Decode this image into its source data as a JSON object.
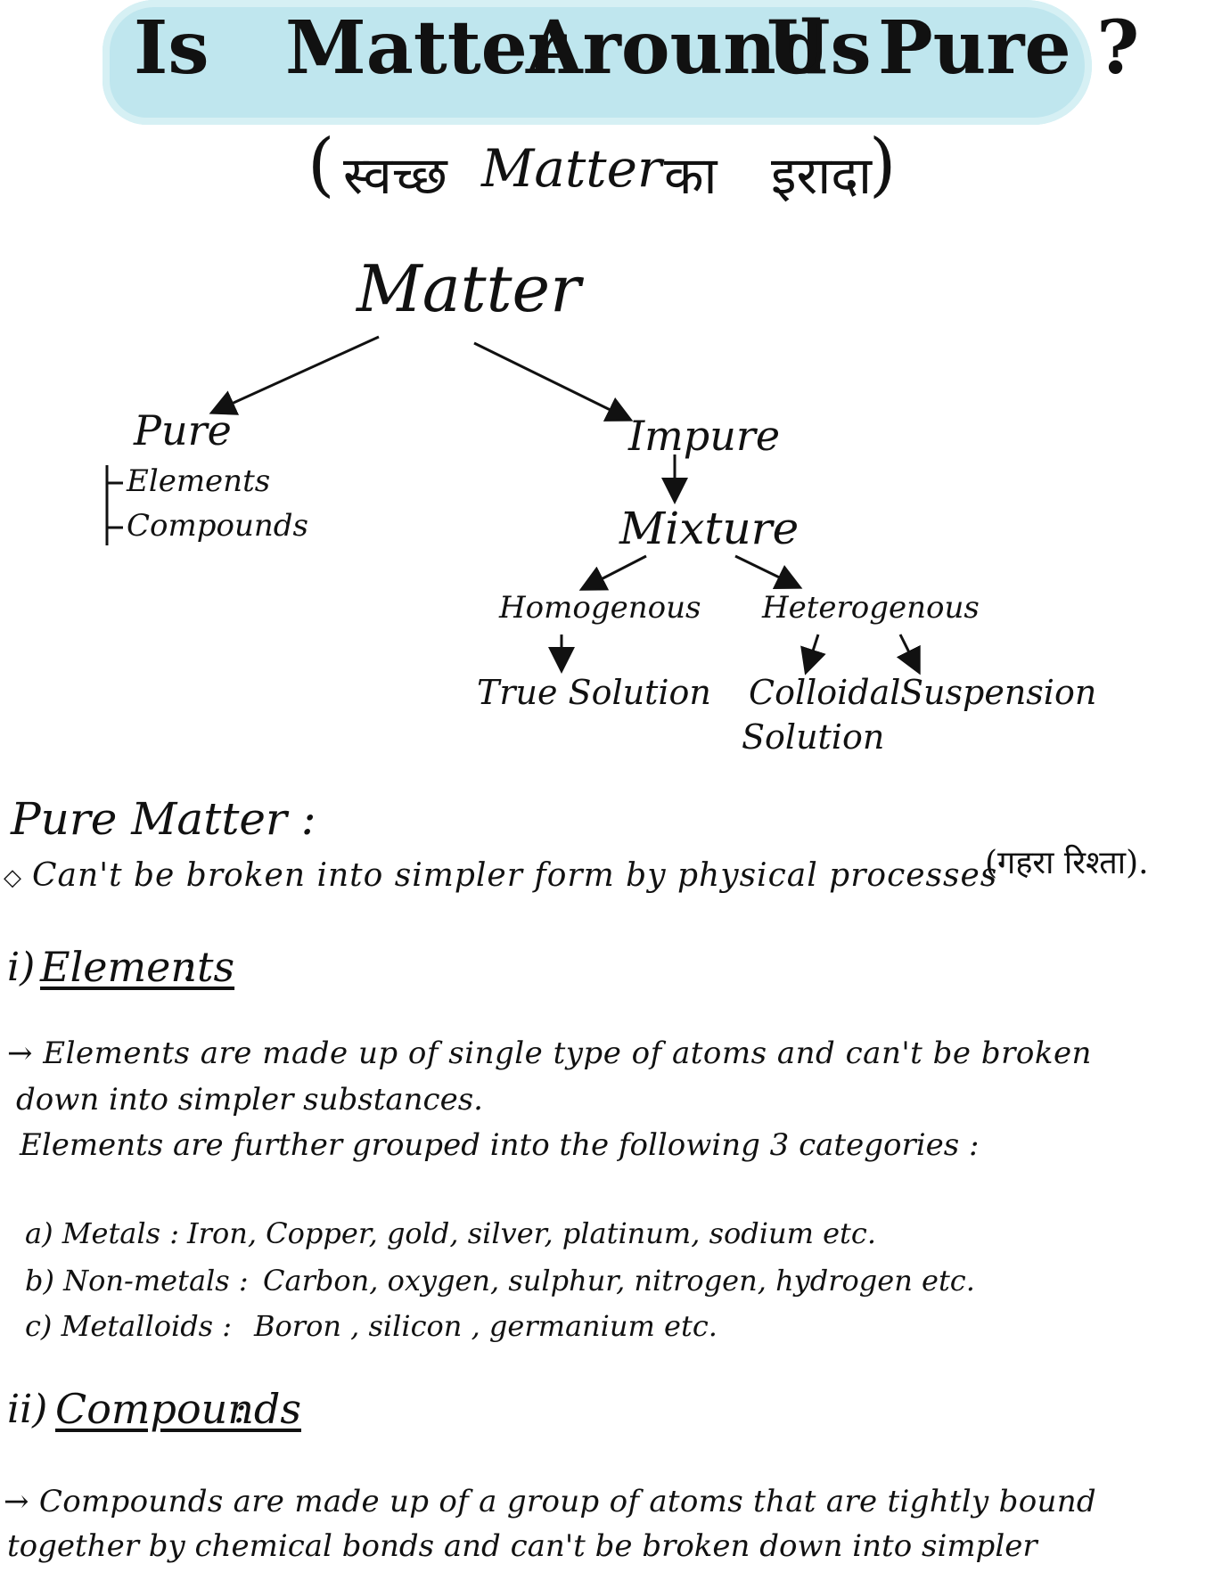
{
  "title": {
    "w1": "Is",
    "w2": "Matter",
    "w3": "Around",
    "w4": "Us",
    "w5": "Pure ?"
  },
  "subtitle": {
    "open": "(",
    "hindi1": "स्वच्छ",
    "eng": "Matter",
    "hindi2": "का",
    "hindi3": "इरादा",
    "close": ")"
  },
  "tree": {
    "root": "Matter",
    "pure": "Pure",
    "elements": "Elements",
    "compounds": "Compounds",
    "impure": "Impure",
    "mixture": "Mixture",
    "homogenous": "Homogenous",
    "heterogenous": "Heterogenous",
    "true_solution": "True Solution",
    "colloidal_1": "Colloidal",
    "colloidal_2": "Solution",
    "suspension": "Suspension"
  },
  "pure_matter": {
    "heading": "Pure Matter :",
    "bullet": "Can't be broken into simpler form by physical processes",
    "note": "(गहरा रिश्ता)."
  },
  "elements": {
    "num": "i)",
    "heading": "Elements",
    "colon": ":",
    "line1": "→ Elements are made up of single type of atoms and can't be broken",
    "line2": "down into simpler substances.",
    "line3": "Elements are further grouped into the following 3 categories :",
    "a_label": "a) Metals :",
    "a_value": "Iron, Copper, gold, silver, platinum, sodium   etc.",
    "b_label": "b) Non-metals :",
    "b_value": "Carbon, oxygen, sulphur, nitrogen, hydrogen   etc.",
    "c_label": "c) Metalloids :",
    "c_value": "Boron , silicon , germanium   etc."
  },
  "compounds": {
    "num": "ii)",
    "heading": "Compounds",
    "colon": ":",
    "line1": "→ Compounds are made up of a group of atoms that are tightly bound",
    "line2": "together by chemical bonds and can't be broken down into simpler"
  }
}
